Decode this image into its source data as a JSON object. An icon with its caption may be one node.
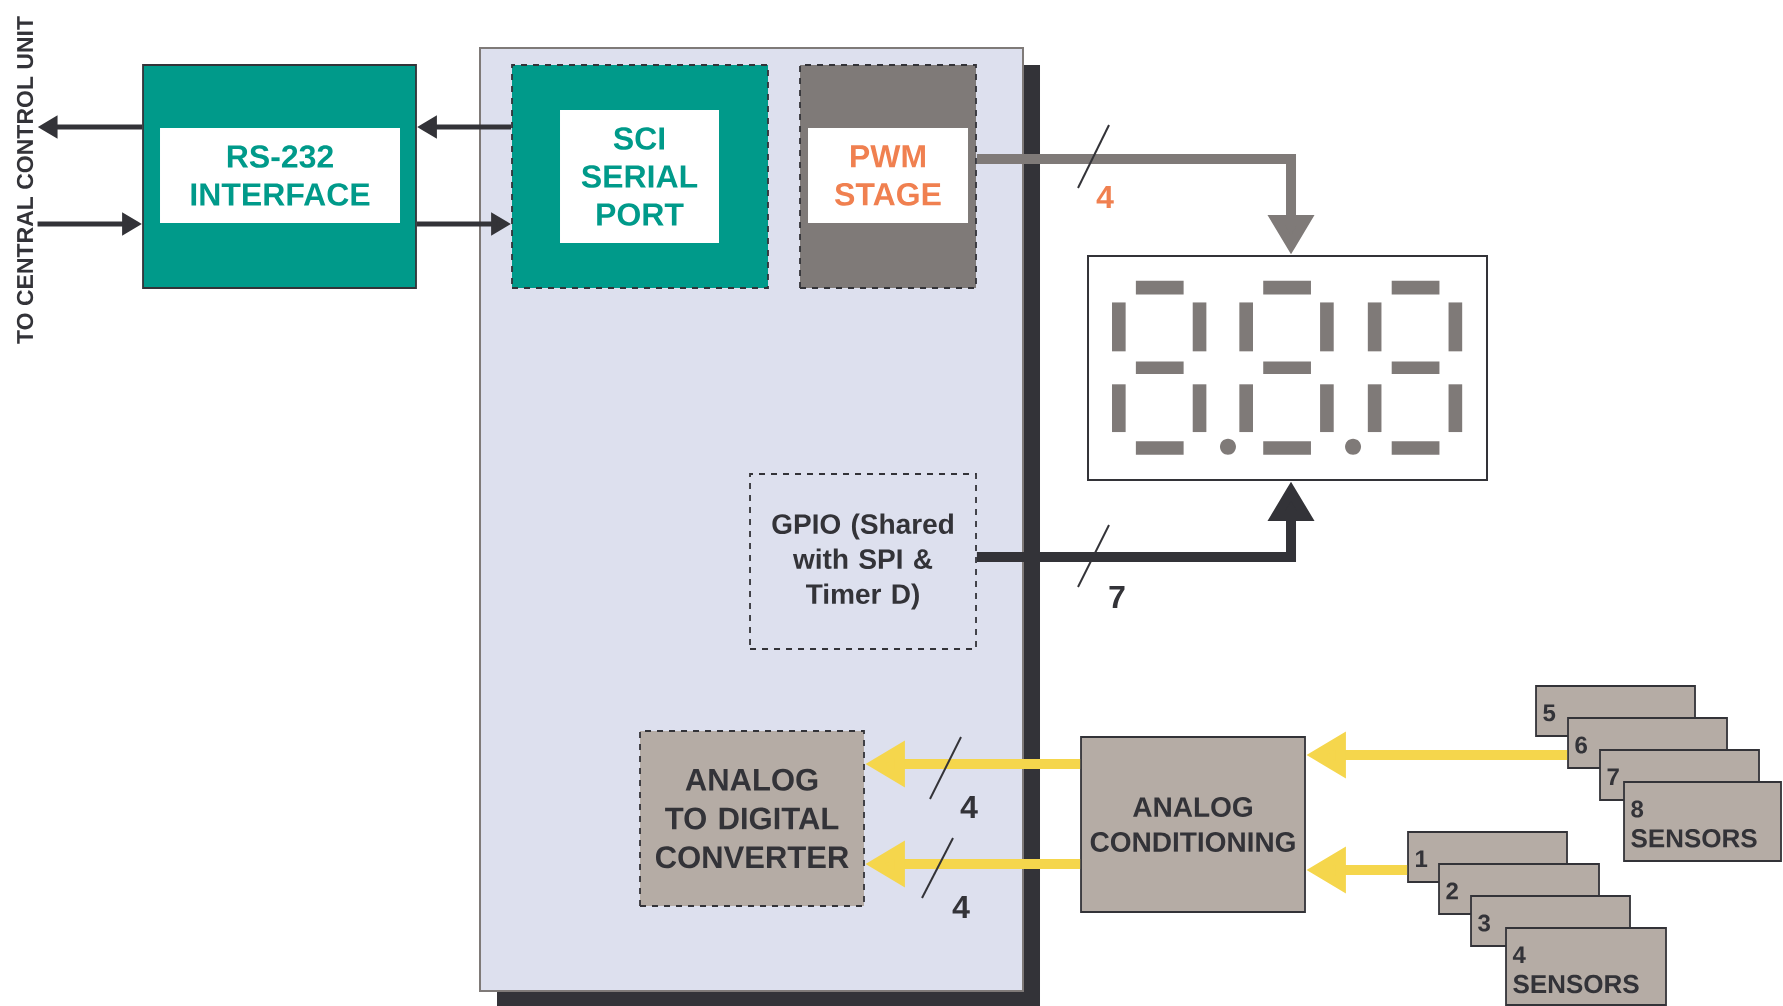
{
  "diagram": {
    "nodes": [
      {
        "text": [
          "TO CENTRAL CONTROL UNIT"
        ]
      },
      {
        "text": [
          "RS-232 INTERFACE"
        ]
      },
      {
        "text": [],
        "shape": "box"
      },
      {
        "text": [
          "SCI SERIAL PORT"
        ],
        "in": 2
      },
      {
        "text": [
          "PWM STAGE"
        ],
        "in": 2
      },
      {
        "text": [
          "GPIO (Shared with SPI & Timer D)"
        ],
        "in": 2
      },
      {
        "text": [
          "ANALOG TO DIGITAL CONVERTER"
        ],
        "in": 2
      },
      {
        "text": [],
        "shape": "picture"
      },
      {
        "text": [
          "ANALOG CONDITIONING"
        ]
      },
      {
        "text": [
          "5"
        ]
      },
      {
        "text": [
          "6"
        ]
      },
      {
        "text": [
          "7"
        ]
      },
      {
        "text": [
          "8",
          "SENSORS"
        ]
      },
      {
        "text": [
          "1"
        ]
      },
      {
        "text": [
          "2"
        ]
      },
      {
        "text": [
          "3"
        ]
      },
      {
        "text": [
          "4",
          "SENSORS"
        ]
      }
    ],
    "edges": [
      {
        "from": 1,
        "to": 0,
        "arrow": "to"
      },
      {
        "from": 0,
        "to": 1,
        "arrow": "to"
      },
      {
        "from": 3,
        "to": 1,
        "arrow": "to"
      },
      {
        "from": 1,
        "to": 3,
        "arrow": "to"
      },
      {
        "from": 4,
        "to": 7,
        "arrow": "to",
        "label": "4",
        "color": "#7f7a78"
      },
      {
        "from": 5,
        "to": 7,
        "arrow": "to",
        "label": "7"
      },
      {
        "from": 8,
        "to": 6,
        "arrow": "to",
        "label": "4",
        "color": "#f5d64c"
      },
      {
        "from": 8,
        "to": 6,
        "arrow": "to",
        "label": "4",
        "color": "#f5d64c"
      },
      {
        "from": 10,
        "to": 8,
        "arrow": "to",
        "color": "#f5d64c"
      },
      {
        "from": 13,
        "to": 8,
        "arrow": "to",
        "color": "#f5d64c"
      }
    ]
  }
}
